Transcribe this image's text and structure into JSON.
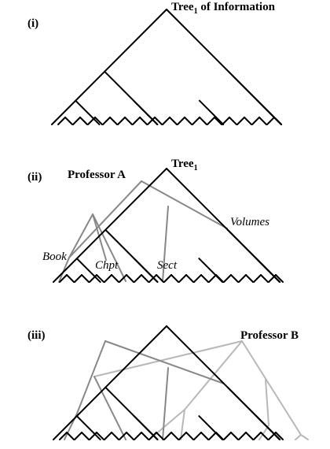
{
  "panels": [
    {
      "id": "i",
      "label": "(i)",
      "title": {
        "main": "Tree",
        "sub": "1",
        "rest": " of Information"
      }
    },
    {
      "id": "ii",
      "label": "(ii)",
      "title": {
        "main": "Tree",
        "sub": "1",
        "rest": ""
      },
      "overlay_label": "Professor A",
      "annotations": {
        "volumes": "Volumes",
        "book": "Book",
        "chapter": "Chpt",
        "section": "Sect"
      }
    },
    {
      "id": "iii",
      "label": "(iii)",
      "overlay_label": "Professor B"
    }
  ],
  "colors": {
    "tree": "#000000",
    "professor_a": "#888888",
    "professor_b": "#b8b8b8"
  }
}
